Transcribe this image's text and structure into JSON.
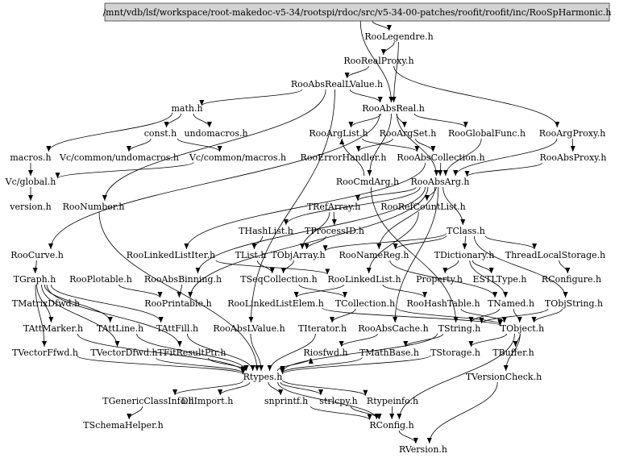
{
  "root": "/mnt/vdb/lsf/workspace/root-makedoc-v5-34/rootspi/rdoc/src/v5-34-00-patches/roofit/roofit/inc/RooSpHarmonic.h",
  "nodes": [
    {
      "id": "legendre",
      "label": "RooLegendre.h"
    },
    {
      "id": "realproxy",
      "label": "RooRealProxy.h"
    },
    {
      "id": "absreallvalue",
      "label": "RooAbsRealLValue.h"
    },
    {
      "id": "math",
      "label": "math.h"
    },
    {
      "id": "absreal",
      "label": "RooAbsReal.h"
    },
    {
      "id": "const",
      "label": "const.h"
    },
    {
      "id": "undomacros",
      "label": "undomacros.h"
    },
    {
      "id": "arglist",
      "label": "RooArgList.h"
    },
    {
      "id": "argset",
      "label": "RooArgSet.h"
    },
    {
      "id": "globalfunc",
      "label": "RooGlobalFunc.h"
    },
    {
      "id": "argproxy",
      "label": "RooArgProxy.h"
    },
    {
      "id": "macros",
      "label": "macros.h"
    },
    {
      "id": "vcundomacros",
      "label": "Vc/common/undomacros.h"
    },
    {
      "id": "vcmacros",
      "label": "Vc/common/macros.h"
    },
    {
      "id": "errorhandler",
      "label": "RooErrorHandler.h"
    },
    {
      "id": "abscollection",
      "label": "RooAbsCollection.h"
    },
    {
      "id": "absproxy",
      "label": "RooAbsProxy.h"
    },
    {
      "id": "vcglobal",
      "label": "Vc/global.h"
    },
    {
      "id": "cmdarg",
      "label": "RooCmdArg.h"
    },
    {
      "id": "absarg",
      "label": "RooAbsArg.h"
    },
    {
      "id": "version",
      "label": "version.h"
    },
    {
      "id": "number",
      "label": "RooNumber.h"
    },
    {
      "id": "trefarray",
      "label": "TRefArray.h"
    },
    {
      "id": "refcountlist",
      "label": "RooRefCountList.h"
    },
    {
      "id": "thashlist",
      "label": "THashList.h"
    },
    {
      "id": "tprocessid",
      "label": "TProcessID.h"
    },
    {
      "id": "tclass",
      "label": "TClass.h"
    },
    {
      "id": "curve",
      "label": "RooCurve.h"
    },
    {
      "id": "linkedlistiter",
      "label": "RooLinkedListIter.h"
    },
    {
      "id": "tlist",
      "label": "TList.h"
    },
    {
      "id": "tobjarray",
      "label": "TObjArray.h"
    },
    {
      "id": "namereg",
      "label": "RooNameReg.h"
    },
    {
      "id": "tdictionary",
      "label": "TDictionary.h"
    },
    {
      "id": "threadlocal",
      "label": "ThreadLocalStorage.h"
    },
    {
      "id": "tgraph",
      "label": "TGraph.h"
    },
    {
      "id": "plotable",
      "label": "RooPlotable.h"
    },
    {
      "id": "absbinning",
      "label": "RooAbsBinning.h"
    },
    {
      "id": "tseqcollection",
      "label": "TSeqCollection.h"
    },
    {
      "id": "linkedlist",
      "label": "RooLinkedList.h"
    },
    {
      "id": "property",
      "label": "Property.h"
    },
    {
      "id": "esttype",
      "label": "ESTLType.h"
    },
    {
      "id": "rconfigure",
      "label": "RConfigure.h"
    },
    {
      "id": "tmatrixdfwd",
      "label": "TMatrixDfwd.h"
    },
    {
      "id": "printable",
      "label": "RooPrintable.h"
    },
    {
      "id": "linkedlistelem",
      "label": "RooLinkedListElem.h"
    },
    {
      "id": "tcollection",
      "label": "TCollection.h"
    },
    {
      "id": "hashtable",
      "label": "RooHashTable.h"
    },
    {
      "id": "tnamed",
      "label": "TNamed.h"
    },
    {
      "id": "tobjstring",
      "label": "TObjString.h"
    },
    {
      "id": "tattmarker",
      "label": "TAttMarker.h"
    },
    {
      "id": "tattline",
      "label": "TAttLine.h"
    },
    {
      "id": "tattfill",
      "label": "TAttFill.h"
    },
    {
      "id": "abslvalue",
      "label": "RooAbsLValue.h"
    },
    {
      "id": "titerator",
      "label": "TIterator.h"
    },
    {
      "id": "abscache",
      "label": "RooAbsCache.h"
    },
    {
      "id": "tstring",
      "label": "TString.h"
    },
    {
      "id": "tobject",
      "label": "TObject.h"
    },
    {
      "id": "tvectorffwd",
      "label": "TVectorFfwd.h"
    },
    {
      "id": "tvectordfwd",
      "label": "TVectorDfwd.h"
    },
    {
      "id": "tfitresultptr",
      "label": "TFitResultPtr.h"
    },
    {
      "id": "riosfwd",
      "label": "Riosfwd.h"
    },
    {
      "id": "tmathbase",
      "label": "TMathBase.h"
    },
    {
      "id": "tstorage",
      "label": "TStorage.h"
    },
    {
      "id": "tbuffer",
      "label": "TBuffer.h"
    },
    {
      "id": "tversioncheck",
      "label": "TVersionCheck.h"
    },
    {
      "id": "rtypes",
      "label": "Rtypes.h"
    },
    {
      "id": "tgenericclassinfo",
      "label": "TGenericClassInfo.h"
    },
    {
      "id": "dllimport",
      "label": "DllImport.h"
    },
    {
      "id": "snprintf",
      "label": "snprintf.h"
    },
    {
      "id": "strlcpy",
      "label": "strlcpy.h"
    },
    {
      "id": "rtypeinfo",
      "label": "Rtypeinfo.h"
    },
    {
      "id": "tschemahelper",
      "label": "TSchemaHelper.h"
    },
    {
      "id": "rconfig",
      "label": "RConfig.h"
    },
    {
      "id": "rversion",
      "label": "RVersion.h"
    }
  ],
  "edges": [
    [
      "root",
      "legendre"
    ],
    [
      "root",
      "absreal"
    ],
    [
      "legendre",
      "realproxy"
    ],
    [
      "legendre",
      "absreal"
    ],
    [
      "realproxy",
      "absreallvalue"
    ],
    [
      "realproxy",
      "argproxy"
    ],
    [
      "absreallvalue",
      "math"
    ],
    [
      "absreallvalue",
      "absreal"
    ],
    [
      "absreallvalue",
      "number"
    ],
    [
      "absreallvalue",
      "abslvalue"
    ],
    [
      "math",
      "const"
    ],
    [
      "math",
      "undomacros"
    ],
    [
      "math",
      "macros"
    ],
    [
      "const",
      "vcundomacros"
    ],
    [
      "const",
      "vcmacros"
    ],
    [
      "macros",
      "vcglobal"
    ],
    [
      "vcmacros",
      "vcglobal"
    ],
    [
      "vcglobal",
      "version"
    ],
    [
      "absreal",
      "arglist"
    ],
    [
      "absreal",
      "argset"
    ],
    [
      "absreal",
      "globalfunc"
    ],
    [
      "absreal",
      "absarg"
    ],
    [
      "absreal",
      "curve"
    ],
    [
      "absreal",
      "cmdarg"
    ],
    [
      "arglist",
      "abscollection"
    ],
    [
      "argset",
      "abscollection"
    ],
    [
      "argset",
      "errorhandler"
    ],
    [
      "globalfunc",
      "absarg"
    ],
    [
      "argproxy",
      "absproxy"
    ],
    [
      "argproxy",
      "absarg"
    ],
    [
      "absproxy",
      "absarg"
    ],
    [
      "abscollection",
      "absarg"
    ],
    [
      "abscollection",
      "linkedlistiter"
    ],
    [
      "cmdarg",
      "tstring"
    ],
    [
      "cmdarg",
      "arglist"
    ],
    [
      "absarg",
      "trefarray"
    ],
    [
      "absarg",
      "refcountlist"
    ],
    [
      "absarg",
      "tclass"
    ],
    [
      "absarg",
      "thashlist"
    ],
    [
      "absarg",
      "absbinning"
    ],
    [
      "absarg",
      "abscache"
    ],
    [
      "absarg",
      "namereg"
    ],
    [
      "absarg",
      "printable"
    ],
    [
      "number",
      "rtypes"
    ],
    [
      "trefarray",
      "tprocessid"
    ],
    [
      "trefarray",
      "tobjarray"
    ],
    [
      "refcountlist",
      "linkedlist"
    ],
    [
      "thashlist",
      "tlist"
    ],
    [
      "tprocessid",
      "tobjarray"
    ],
    [
      "tlist",
      "tseqcollection"
    ],
    [
      "tobjarray",
      "tseqcollection"
    ],
    [
      "tclass",
      "tdictionary"
    ],
    [
      "tclass",
      "threadlocal"
    ],
    [
      "tclass",
      "tobjarray"
    ],
    [
      "tclass",
      "namereg"
    ],
    [
      "tclass",
      "tobjstring"
    ],
    [
      "namereg",
      "tnamed"
    ],
    [
      "linkedlistiter",
      "linkedlist"
    ],
    [
      "tdictionary",
      "property"
    ],
    [
      "tdictionary",
      "esttype"
    ],
    [
      "tdictionary",
      "tnamed"
    ],
    [
      "threadlocal",
      "rconfigure"
    ],
    [
      "curve",
      "tgraph"
    ],
    [
      "tgraph",
      "tattline"
    ],
    [
      "tgraph",
      "tattfill"
    ],
    [
      "tgraph",
      "tattmarker"
    ],
    [
      "tgraph",
      "tvectorffwd"
    ],
    [
      "tgraph",
      "tvectordfwd"
    ],
    [
      "tgraph",
      "tfitresultptr"
    ],
    [
      "plotable",
      "printable"
    ],
    [
      "absbinning",
      "printable"
    ],
    [
      "tseqcollection",
      "tcollection"
    ],
    [
      "linkedlist",
      "linkedlistelem"
    ],
    [
      "linkedlist",
      "hashtable"
    ],
    [
      "tcollection",
      "titerator"
    ],
    [
      "tcollection",
      "tobject"
    ],
    [
      "hashtable",
      "tobject"
    ],
    [
      "linkedlistelem",
      "tobject"
    ],
    [
      "tnamed",
      "tobject"
    ],
    [
      "tnamed",
      "tstring"
    ],
    [
      "tobjstring",
      "tobject"
    ],
    [
      "tobjstring",
      "tstring"
    ],
    [
      "tattmarker",
      "rtypes"
    ],
    [
      "tattline",
      "rtypes"
    ],
    [
      "tattfill",
      "rtypes"
    ],
    [
      "tvectorffwd",
      "rtypes"
    ],
    [
      "tvectordfwd",
      "rtypes"
    ],
    [
      "tfitresultptr",
      "rtypes"
    ],
    [
      "abslvalue",
      "rtypes"
    ],
    [
      "titerator",
      "rtypes"
    ],
    [
      "abscache",
      "riosfwd"
    ],
    [
      "tstring",
      "tmathbase"
    ],
    [
      "tstring",
      "rtypes"
    ],
    [
      "tobject",
      "tstorage"
    ],
    [
      "tobject",
      "tbuffer"
    ],
    [
      "tobject",
      "tversioncheck"
    ],
    [
      "tstorage",
      "rtypes"
    ],
    [
      "tmathbase",
      "rtypes"
    ],
    [
      "tversioncheck",
      "rversion"
    ],
    [
      "rtypes",
      "tgenericclassinfo"
    ],
    [
      "rtypes",
      "dllimport"
    ],
    [
      "rtypes",
      "snprintf"
    ],
    [
      "rtypes",
      "strlcpy"
    ],
    [
      "rtypes",
      "rtypeinfo"
    ],
    [
      "rtypes",
      "rconfig"
    ],
    [
      "rtypes",
      "riosfwd"
    ],
    [
      "tgenericclassinfo",
      "tschemahelper"
    ],
    [
      "snprintf",
      "rconfig"
    ],
    [
      "strlcpy",
      "rconfig"
    ],
    [
      "rtypeinfo",
      "rconfig"
    ],
    [
      "tobject",
      "rconfig"
    ],
    [
      "rconfig",
      "rversion"
    ]
  ]
}
